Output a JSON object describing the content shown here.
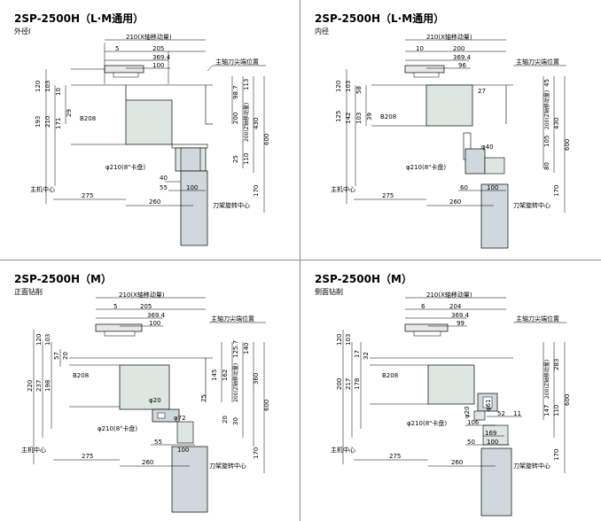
{
  "panels": [
    {
      "title": "2SP-2500H（L·M通用）",
      "subtitle": "外径Ⅰ",
      "labels": {
        "xtravel": "210(X轴移动量)",
        "d5": "5",
        "d205": "205",
        "d3694": "369.4",
        "d100": "100",
        "tip": "主轴刀尖端位置",
        "v120": "120",
        "v103": "103",
        "v10": "10",
        "v193": "193",
        "v210": "210",
        "v171": "171",
        "v29": "29",
        "v987": "98.7",
        "v113": "113",
        "v200": "200",
        "v200x": "200(Z轴移动量)",
        "v430": "430",
        "v600": "600",
        "v110": "110",
        "v25": "25",
        "v170": "170",
        "b208": "B208",
        "chuck": "φ210(8\"卡盘)",
        "h40": "40",
        "h55": "55",
        "h100": "100",
        "h275": "275",
        "h260": "260",
        "spindle": "主机中心",
        "turret": "刀架旋转中心"
      }
    },
    {
      "title": "2SP-2500H（L·M通用）",
      "subtitle": "内径",
      "labels": {
        "xtravel": "210(X轴移动量)",
        "d10": "10",
        "d200": "200",
        "d3694": "369.4",
        "d96": "96",
        "tip": "主轴刀尖端位置",
        "v120": "120",
        "v103": "103",
        "v58": "58",
        "v125": "125",
        "v142": "142",
        "v103b": "103",
        "v39": "39",
        "v45": "45",
        "v27": "27",
        "v200x": "200(Z轴移动量)",
        "v430": "430",
        "v600": "600",
        "v105": "105",
        "v80": "80",
        "v170": "170",
        "phi40": "φ40",
        "b208": "B208",
        "chuck": "φ210(8\"卡盘)",
        "h60": "60",
        "h100": "100",
        "h275": "275",
        "h260": "260",
        "spindle": "主机中心",
        "turret": "刀架旋转中心"
      }
    },
    {
      "title": "2SP-2500H（M）",
      "subtitle": "正面钻削",
      "labels": {
        "xtravel": "210(X轴移动量)",
        "d5": "5",
        "d205": "205",
        "d3694": "369.4",
        "d100": "100",
        "tip": "主轴刀尖端位置",
        "v120": "120",
        "v103": "103",
        "v57": "57",
        "v20": "20",
        "v220": "220",
        "v237": "237",
        "v198": "198",
        "v1257": "125.7",
        "v140": "140",
        "v145": "145",
        "v162": "162",
        "v200x": "200(Z轴移动量)",
        "v360": "360",
        "v600": "600",
        "v75": "75",
        "v20b": "20",
        "v30": "30",
        "v170": "170",
        "phi20": "φ20",
        "phi72": "φ72",
        "b208": "B208",
        "chuck": "φ210(8\"卡盘)",
        "h55": "55",
        "h100": "100",
        "h275": "275",
        "h260": "260",
        "spindle": "主机中心",
        "turret": "刀架旋转中心"
      }
    },
    {
      "title": "2SP-2500H（M）",
      "subtitle": "侧面钻削",
      "labels": {
        "xtravel": "210(X轴移动量)",
        "d6": "6",
        "d204": "204",
        "d3694": "369.4",
        "d99": "99",
        "tip": "主轴刀尖端位置",
        "v120": "120",
        "v103": "103",
        "v17": "17",
        "v32": "32",
        "v200": "200",
        "v217": "217",
        "v178": "178",
        "v283": "283",
        "v200x": "200(Z轴移动量)",
        "v600": "600",
        "v147": "147",
        "v110": "110",
        "v170": "170",
        "phi20": "φ20",
        "phi61": "φ61",
        "b208": "B208",
        "chuck": "φ210(8\"卡盘)",
        "h52": "52",
        "h11": "11",
        "h106": "106",
        "h169": "169",
        "h50": "50",
        "h100": "100",
        "h275": "275",
        "h260": "260",
        "spindle": "主机中心",
        "turret": "刀架旋转中心"
      }
    }
  ]
}
